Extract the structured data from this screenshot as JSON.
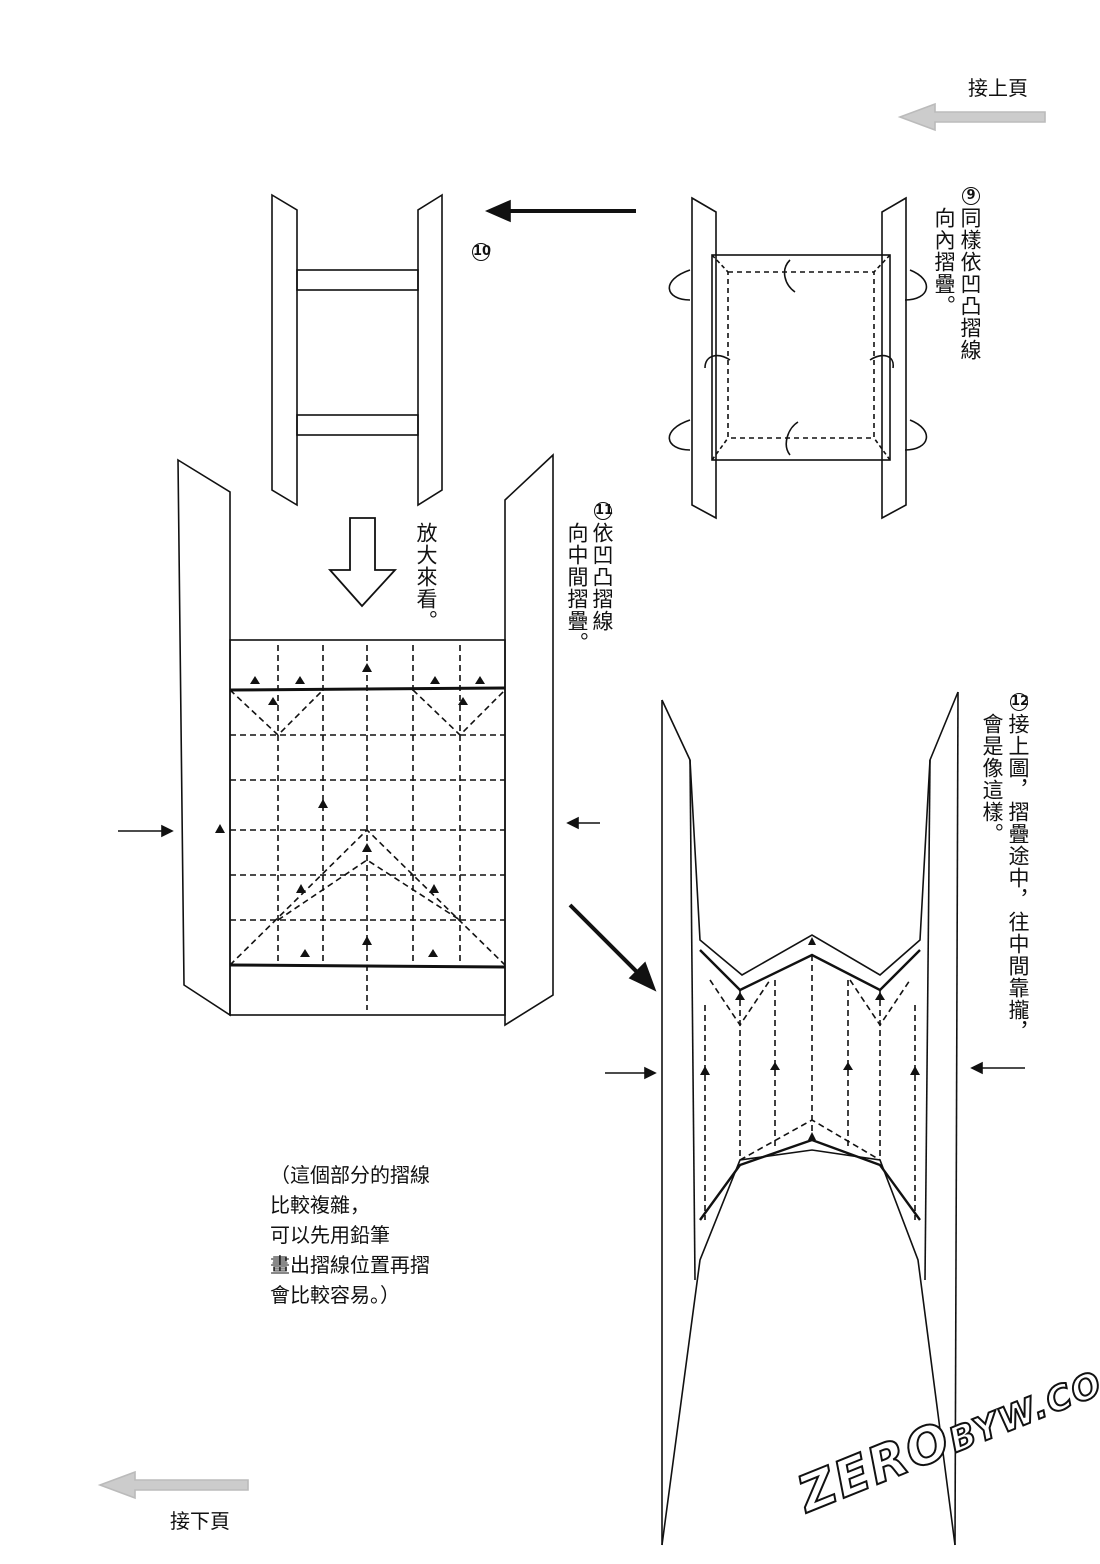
{
  "nav": {
    "prev_page": "接上頁",
    "next_page": "接下頁"
  },
  "steps": [
    {
      "number": "9",
      "lines": [
        "同樣依凹凸摺線",
        "向內摺疊。"
      ]
    },
    {
      "number": "10",
      "lines": []
    },
    {
      "number": "11",
      "lines": [
        "依凹凸摺線",
        "向中間摺疊。"
      ]
    },
    {
      "number": "12",
      "lines": [
        "接上圖，摺疊途中，往中間靠攏，",
        "會是像這樣。"
      ]
    }
  ],
  "zoom_note": "放大來看。",
  "side_note": "（這個部分的摺線\n比較複雜，\n可以先用鉛筆\n畫出摺線位置再摺\n會比較容易。）",
  "watermark": {
    "main": "ZERO",
    "rest": "BYW.COM"
  }
}
